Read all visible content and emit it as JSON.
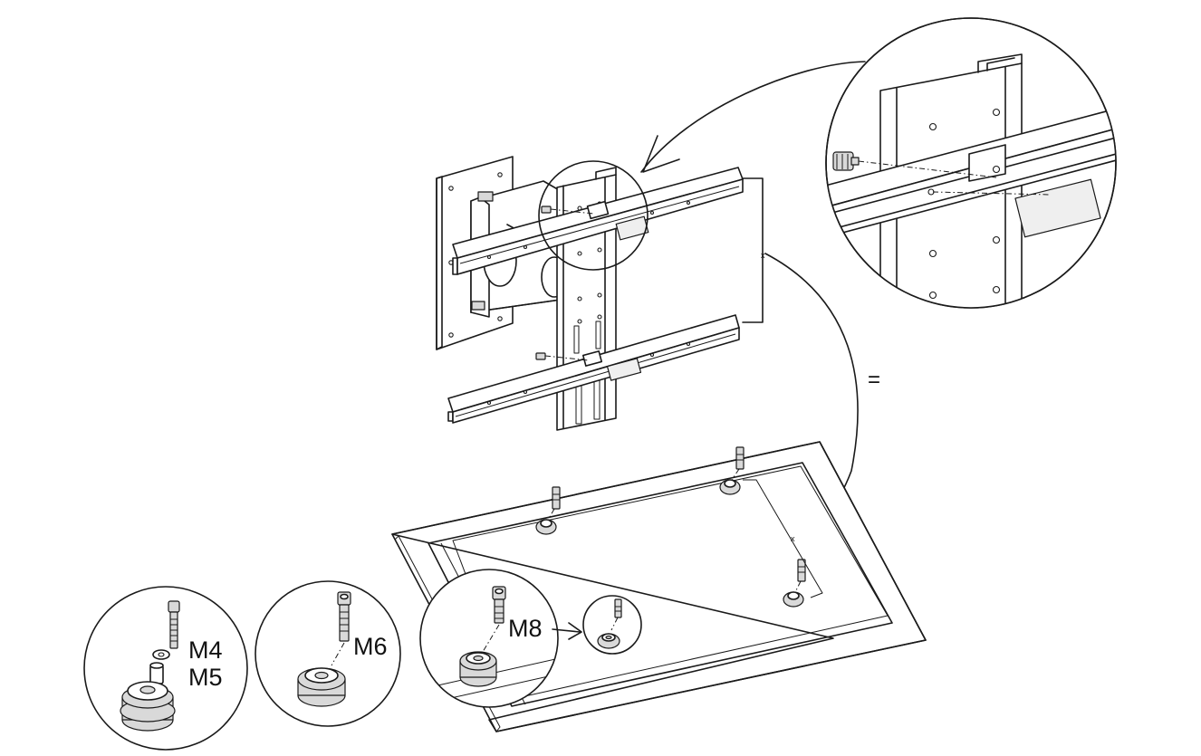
{
  "labels": {
    "m4": "M4",
    "m5": "M5",
    "m6": "M6",
    "m8": "M8",
    "equal": "=",
    "dim_top": "x",
    "dim_bottom": "x"
  }
}
